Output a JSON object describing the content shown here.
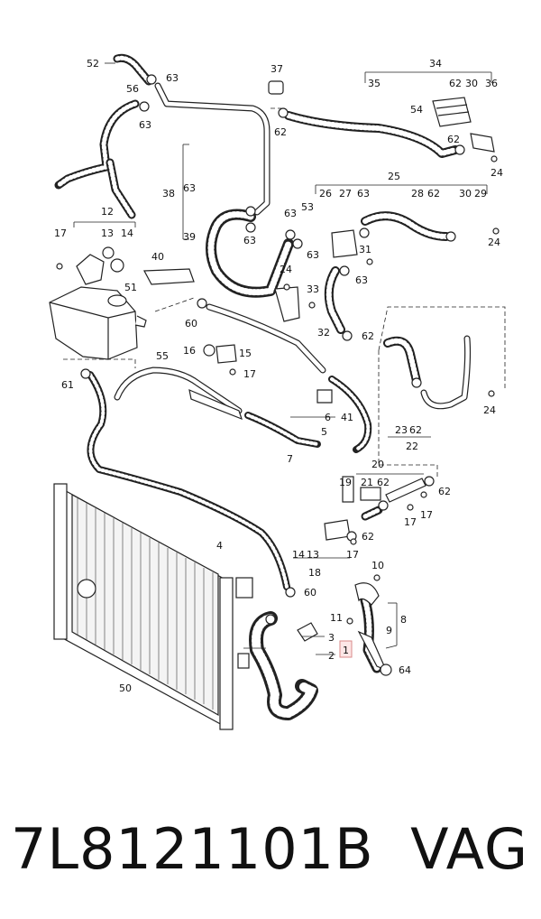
{
  "part_number": "7L8121101B",
  "brand": "VAG",
  "callouts": [
    "1",
    "2",
    "3",
    "4",
    "5",
    "6",
    "7",
    "8",
    "9",
    "10",
    "11",
    "12",
    "13",
    "14",
    "15",
    "16",
    "17",
    "18",
    "19",
    "20",
    "21",
    "22",
    "23",
    "24",
    "25",
    "26",
    "27",
    "28",
    "29",
    "30",
    "31",
    "32",
    "33",
    "34",
    "35",
    "36",
    "37",
    "38",
    "39",
    "40",
    "41",
    "50",
    "51",
    "52",
    "53",
    "54",
    "55",
    "56",
    "60",
    "61",
    "62",
    "63",
    "64"
  ],
  "highlighted_callout": "1"
}
